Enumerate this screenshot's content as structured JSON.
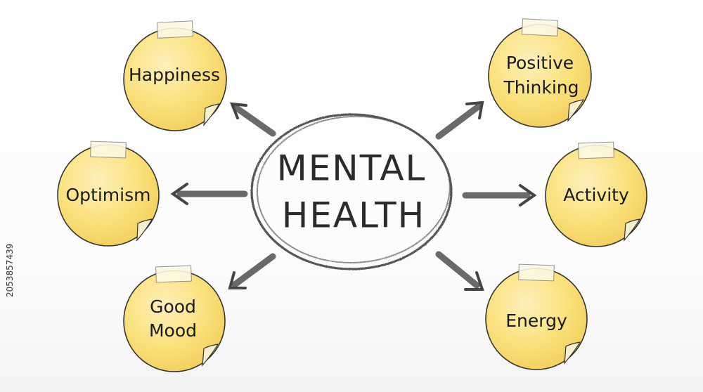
{
  "center": {
    "line1": "MENTAL",
    "line2": "HEALTH"
  },
  "nodes": [
    {
      "id": "happiness",
      "lines": [
        "Happiness"
      ]
    },
    {
      "id": "optimism",
      "lines": [
        "Optimism"
      ]
    },
    {
      "id": "good-mood",
      "lines": [
        "Good",
        "Mood"
      ]
    },
    {
      "id": "positive-thinking",
      "lines": [
        "Positive",
        "Thinking"
      ]
    },
    {
      "id": "activity",
      "lines": [
        "Activity"
      ]
    },
    {
      "id": "energy",
      "lines": [
        "Energy"
      ]
    }
  ],
  "side_text": "2053857439",
  "colors": {
    "sticky_fill": "#fbe07e",
    "sticky_highlight": "#fdf0bb",
    "tape": "#fdf8e4",
    "pencil": "#3a3a3a",
    "arrow": "#4a4a4a"
  }
}
